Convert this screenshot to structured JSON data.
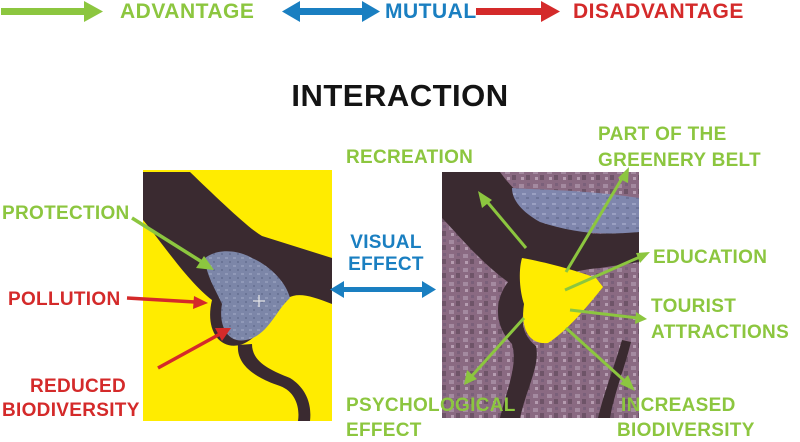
{
  "legend": {
    "advantage": "ADVANTAGE",
    "mutual": "MUTUAL",
    "disadvantage": "DISADVANTAGE"
  },
  "title": "INTERACTION",
  "center_label": {
    "line1": "VISUAL",
    "line2": "EFFECT"
  },
  "left_labels": {
    "protection": "PROTECTION",
    "pollution": "POLLUTION",
    "reduced_line1": "REDUCED",
    "reduced_line2": "BIODIVERSITY"
  },
  "right_labels": {
    "recreation": "RECREATION",
    "greenery_line1": "PART OF THE",
    "greenery_line2": "GREENERY BELT",
    "education": "EDUCATION",
    "tourist_line1": "TOURIST",
    "tourist_line2": "ATTRACTIONS",
    "psych_line1": "PSYCHOLOGICAL",
    "psych_line2": "EFFECT",
    "increased_line1": "INCREASED",
    "increased_line2": "BIODIVERSITY"
  },
  "colors": {
    "advantage": "#8cc63f",
    "mutual": "#1a7fc1",
    "disadvantage": "#d42a2a",
    "map_background": "#ffec00",
    "river": "#3a2a30",
    "park": "#7e86a6",
    "city": "#8a6a80"
  }
}
